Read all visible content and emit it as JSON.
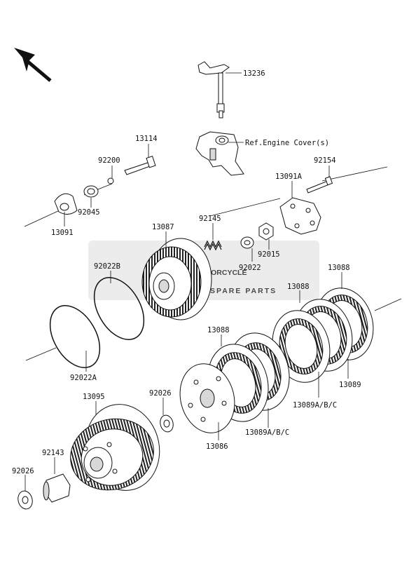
{
  "watermark": {
    "line1": "MOTORCYCLE",
    "line2": "SPARE PARTS",
    "color": "#e89a86"
  },
  "reference_note": "Ref.Engine Cover(s)",
  "colors": {
    "line": "#111111",
    "fill": "#ffffff",
    "shade": "#d8d8d8",
    "watermark_bg": "#dcdcdc"
  },
  "labels": {
    "p13236": "13236",
    "p13114": "13114",
    "p92200": "92200",
    "p92154": "92154",
    "p13091A": "13091A",
    "p92045": "92045",
    "p13091": "13091",
    "p13087": "13087",
    "p92145": "92145",
    "p92022B": "92022B",
    "p92022": "92022",
    "p92015": "92015",
    "p13088a": "13088",
    "p13088b": "13088",
    "p13088c": "13088",
    "p13089": "13089",
    "p13089ABC_a": "13089A/B/C",
    "p13089ABC_b": "13089A/B/C",
    "p92022A": "92022A",
    "p13095": "13095",
    "p92026a": "92026",
    "p92026b": "92026",
    "p92143": "92143",
    "p13086": "13086"
  },
  "icons": {
    "direction_arrow": "front-direction-arrow-icon"
  }
}
